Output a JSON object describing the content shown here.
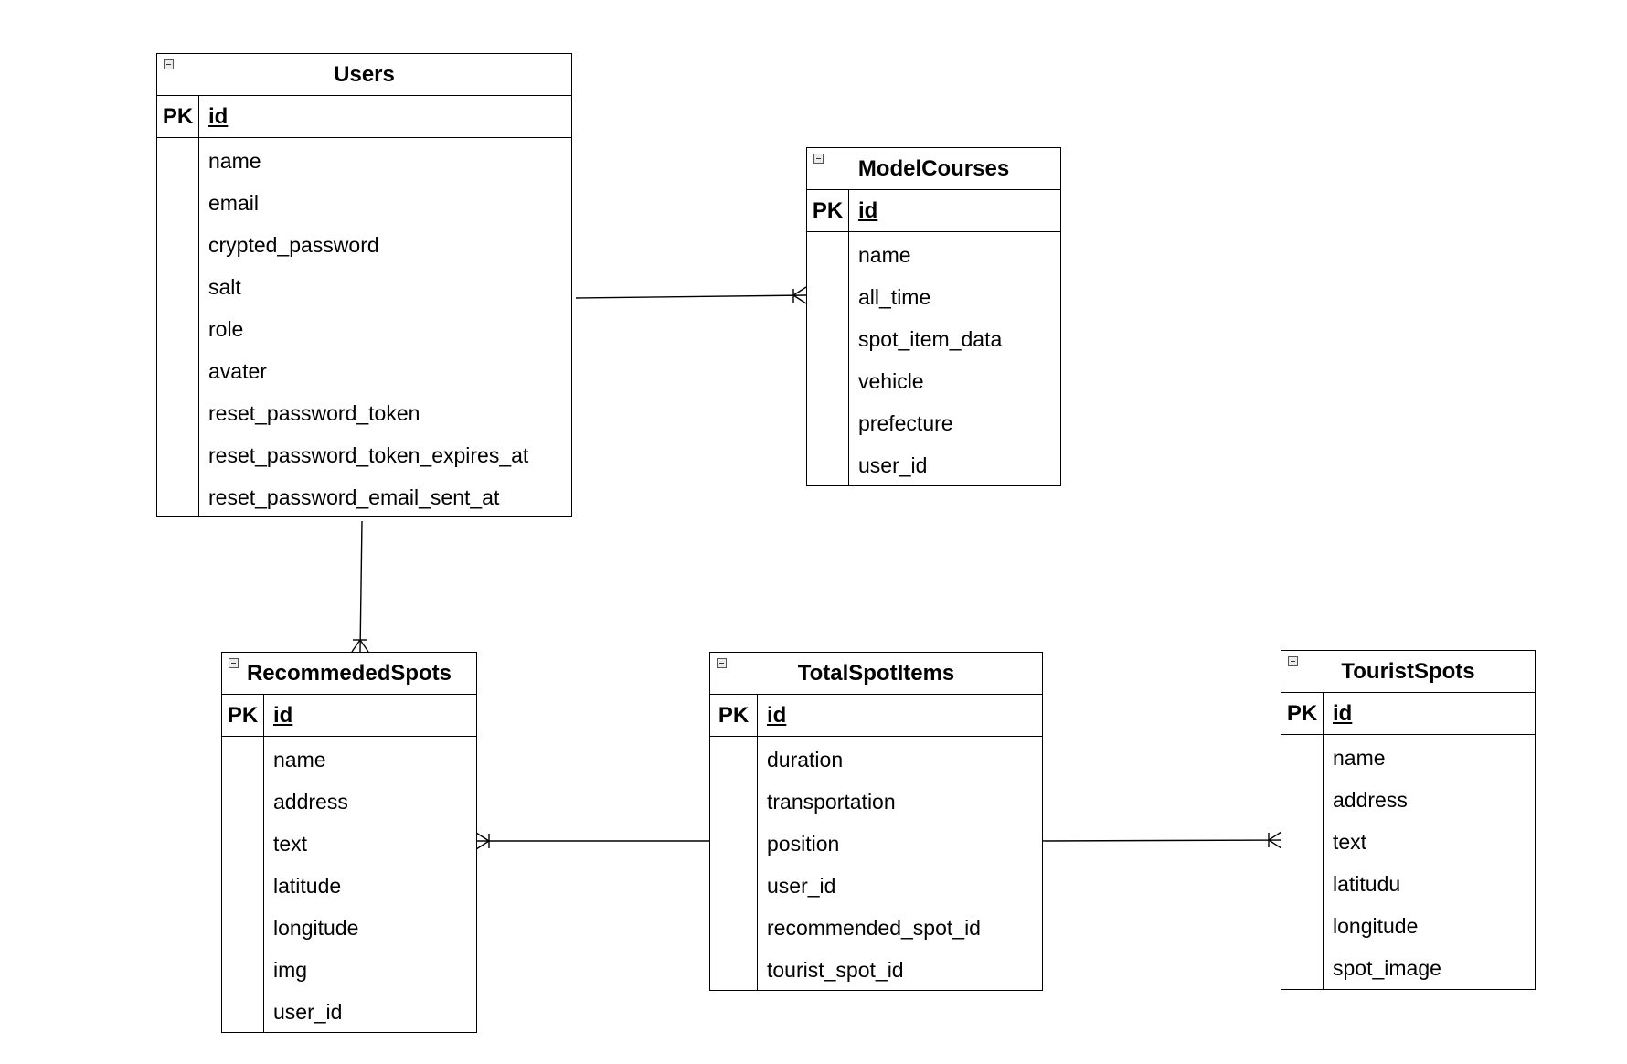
{
  "entities": {
    "users": {
      "title": "Users",
      "pk_label": "PK",
      "pk_field": "id",
      "fields": [
        "name",
        "email",
        "crypted_password",
        "salt",
        "role",
        "avater",
        "reset_password_token",
        "reset_password_token_expires_at",
        "reset_password_email_sent_at"
      ]
    },
    "model_courses": {
      "title": "ModelCourses",
      "pk_label": "PK",
      "pk_field": "id",
      "fields": [
        "name",
        "all_time",
        "spot_item_data",
        "vehicle",
        "prefecture",
        "user_id"
      ]
    },
    "recommended_spots": {
      "title": "RecommededSpots",
      "pk_label": "PK",
      "pk_field": "id",
      "fields": [
        "name",
        "address",
        "text",
        "latitude",
        "longitude",
        "img",
        "user_id"
      ]
    },
    "total_spot_items": {
      "title": "TotalSpotItems",
      "pk_label": "PK",
      "pk_field": "id",
      "fields": [
        "duration",
        "transportation",
        "position",
        "user_id",
        "recommended_spot_id",
        "tourist_spot_id"
      ]
    },
    "tourist_spots": {
      "title": "TouristSpots",
      "pk_label": "PK",
      "pk_field": "id",
      "fields": [
        "name",
        "address",
        "text",
        "latitudu",
        "longitude",
        "spot_image"
      ]
    }
  },
  "relations": [
    {
      "from": "users",
      "to": "model_courses",
      "cardinality": "one-to-many"
    },
    {
      "from": "users",
      "to": "recommended_spots",
      "cardinality": "one-to-many"
    },
    {
      "from": "total_spot_items",
      "to": "recommended_spots",
      "cardinality": "one-to-many"
    },
    {
      "from": "total_spot_items",
      "to": "tourist_spots",
      "cardinality": "one-to-many"
    }
  ]
}
